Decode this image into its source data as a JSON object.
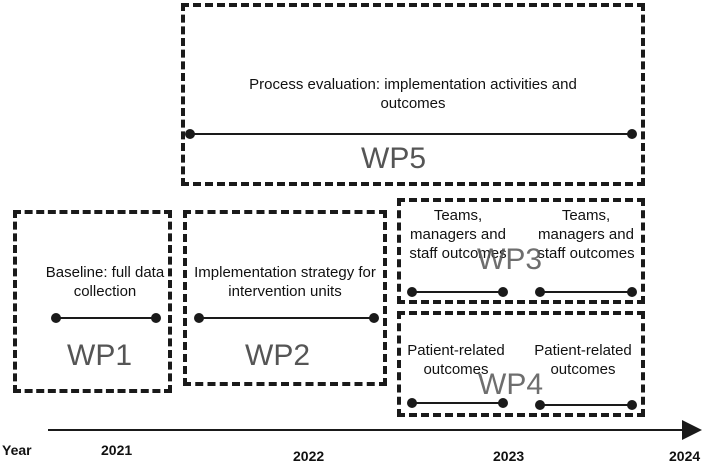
{
  "work_packages": {
    "wp5": {
      "label": "WP5",
      "description": "Process evaluation: implementation activities and outcomes"
    },
    "wp1": {
      "label": "WP1",
      "description": "Baseline: full data collection"
    },
    "wp2": {
      "label": "WP2",
      "description": "Implementation strategy for intervention units"
    },
    "wp3": {
      "label": "WP3",
      "left_description": "Teams, managers and staff outcomes",
      "right_description": "Teams, managers and staff outcomes"
    },
    "wp4": {
      "label": "WP4",
      "left_description": "Patient-related outcomes",
      "right_description": "Patient-related outcomes"
    }
  },
  "timeline": {
    "axis_label": "Year",
    "years": [
      "2021",
      "2022",
      "2023",
      "2024"
    ]
  },
  "colors": {
    "border": "#1a1a1a",
    "wp_label": "#555555",
    "text": "#111111"
  }
}
